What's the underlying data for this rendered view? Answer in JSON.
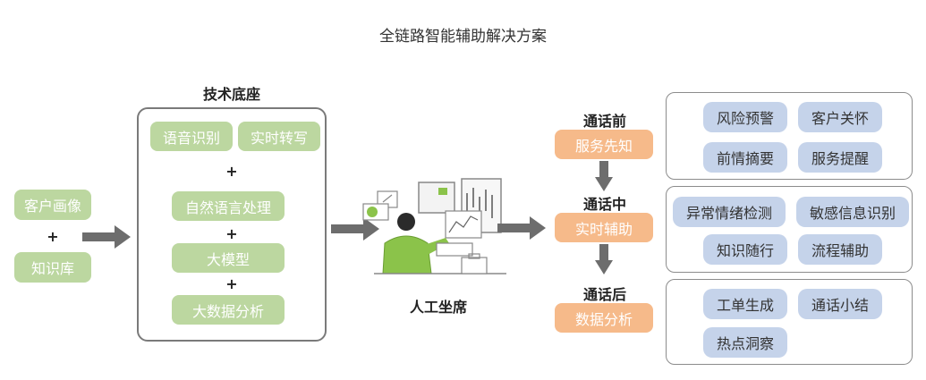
{
  "title": "全链路智能辅助解决方案",
  "left": {
    "top": "客户画像",
    "plus": "+",
    "bottom": "知识库"
  },
  "tech": {
    "heading": "技术底座",
    "asr": "语音识别",
    "transcribe": "实时转写",
    "plus": "+",
    "nlp": "自然语言处理",
    "llm": "大模型",
    "analytics": "大数据分析"
  },
  "agent": {
    "label": "人工坐席"
  },
  "stages": [
    {
      "heading": "通话前",
      "pill": "服务先知"
    },
    {
      "heading": "通话中",
      "pill": "实时辅助"
    },
    {
      "heading": "通话后",
      "pill": "数据分析"
    }
  ],
  "features": {
    "before": [
      "风险预警",
      "客户关怀",
      "前情摘要",
      "服务提醒"
    ],
    "during": [
      "异常情绪检测",
      "敏感信息识别",
      "知识随行",
      "流程辅助"
    ],
    "after": [
      "工单生成",
      "通话小结",
      "热点洞察"
    ]
  },
  "colors": {
    "green": "#bcd7a0",
    "orange": "#f6ba8a",
    "blue": "#c5d3ea",
    "arrow": "#6d6d6d"
  }
}
